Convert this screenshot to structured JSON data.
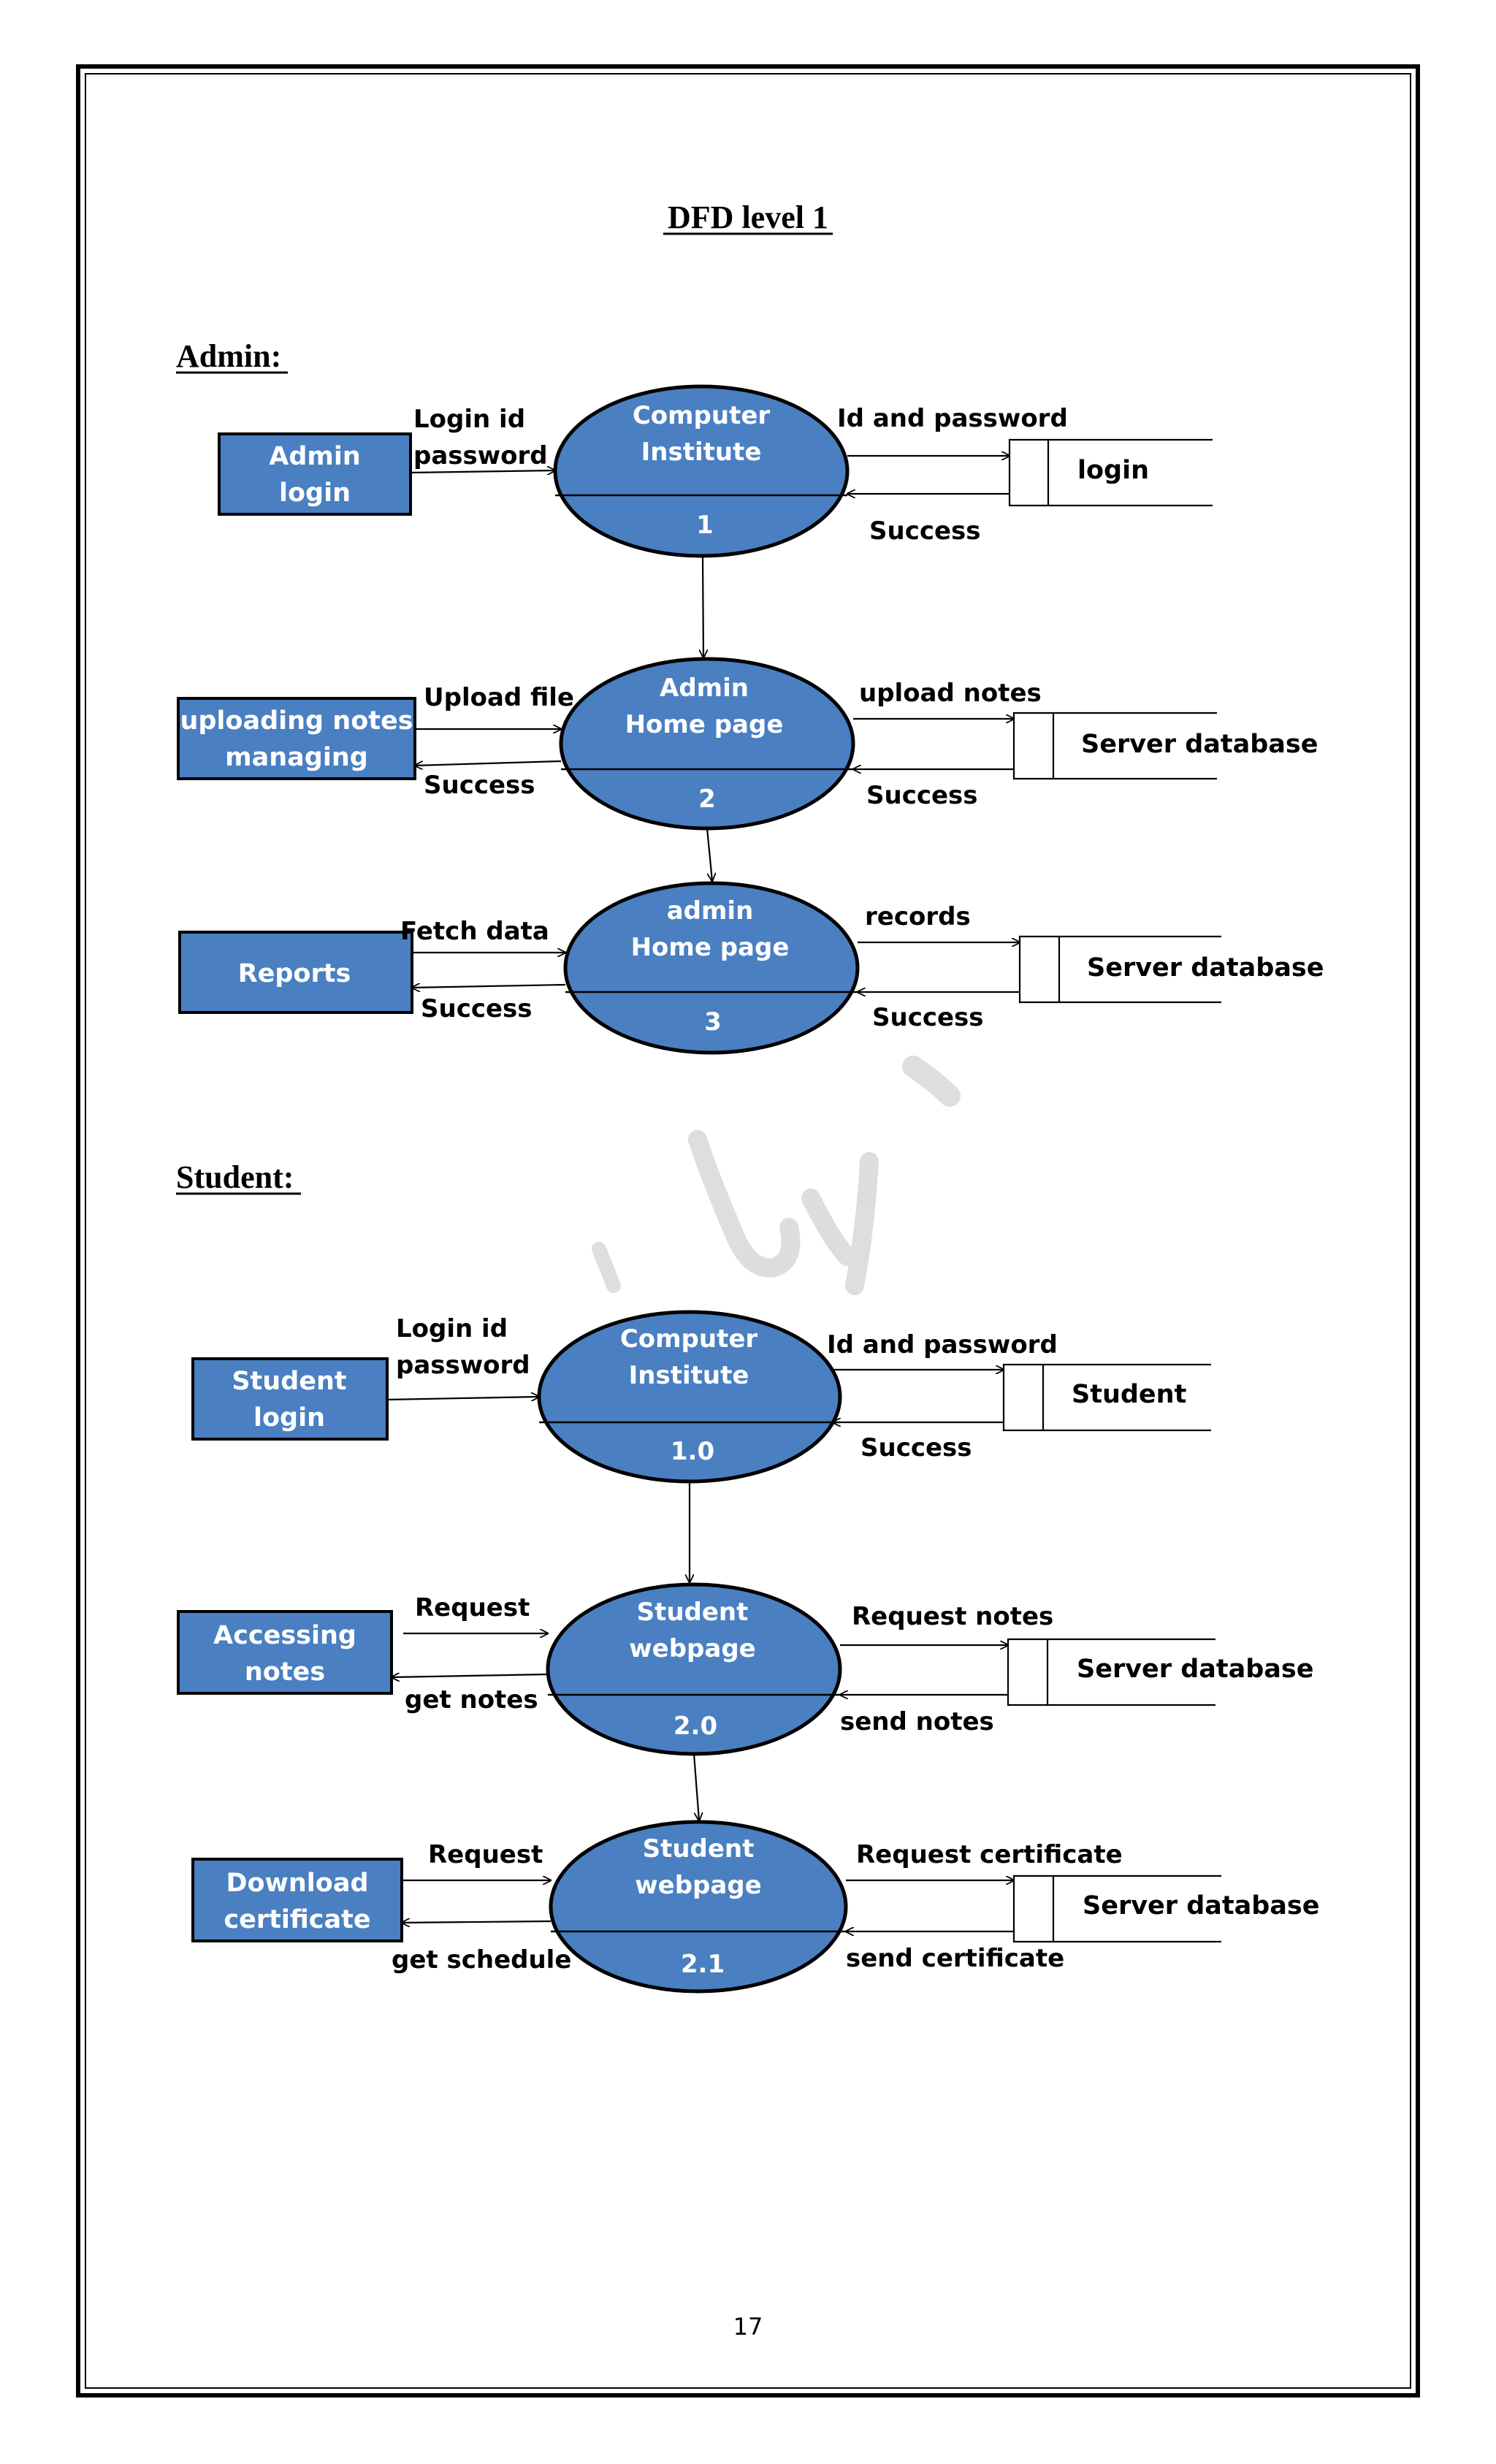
{
  "title": "DFD level 1",
  "page_number": "17",
  "admin": {
    "heading": "Admin:",
    "entities": {
      "admin_login": [
        "Admin",
        "login"
      ],
      "uploading_notes": [
        "uploading notes",
        "managing"
      ],
      "reports": "Reports"
    },
    "processes": {
      "p1": {
        "line1": "Computer",
        "line2": "Institute",
        "number": "1"
      },
      "p2": {
        "line1": "Admin",
        "line2": "Home page",
        "number": "2"
      },
      "p3": {
        "line1": "admin",
        "line2": "Home page",
        "number": "3"
      }
    },
    "stores": {
      "s1": "login",
      "s2": "Server database",
      "s3": "Server database"
    },
    "flows": {
      "login_id": "Login id",
      "password": "password",
      "id_and_password": "Id and password",
      "success_1": "Success",
      "upload_file": "Upload file",
      "success_left_2": "Success",
      "upload_notes": "upload notes",
      "success_right_2": "Success",
      "fetch_data": "Fetch  data",
      "success_left_3": "Success",
      "records": "records",
      "success_right_3": "Success"
    }
  },
  "student": {
    "heading": "Student:",
    "entities": {
      "student_login": [
        "Student",
        "login"
      ],
      "accessing_notes": [
        "Accessing",
        "notes"
      ],
      "download_certificate": [
        "Download",
        "certificate"
      ]
    },
    "processes": {
      "p10": {
        "line1": "Computer",
        "line2": "Institute",
        "number": "1.0"
      },
      "p20": {
        "line1": "Student",
        "line2": "webpage",
        "number": "2.0"
      },
      "p21": {
        "line1": "Student",
        "line2": "webpage",
        "number": "2.1"
      }
    },
    "stores": {
      "s1": "Student",
      "s2": "Server database",
      "s3": "Server database"
    },
    "flows": {
      "login_id": "Login id",
      "password": "password",
      "id_and_password": "Id and password",
      "success": "Success",
      "request_1": "Request",
      "get_notes": "get notes",
      "request_notes": "Request notes",
      "send_notes": "send notes",
      "request_2": "Request",
      "get_schedule": "get schedule",
      "request_certificate": "Request  certificate",
      "send_certificate": "send certificate"
    }
  }
}
